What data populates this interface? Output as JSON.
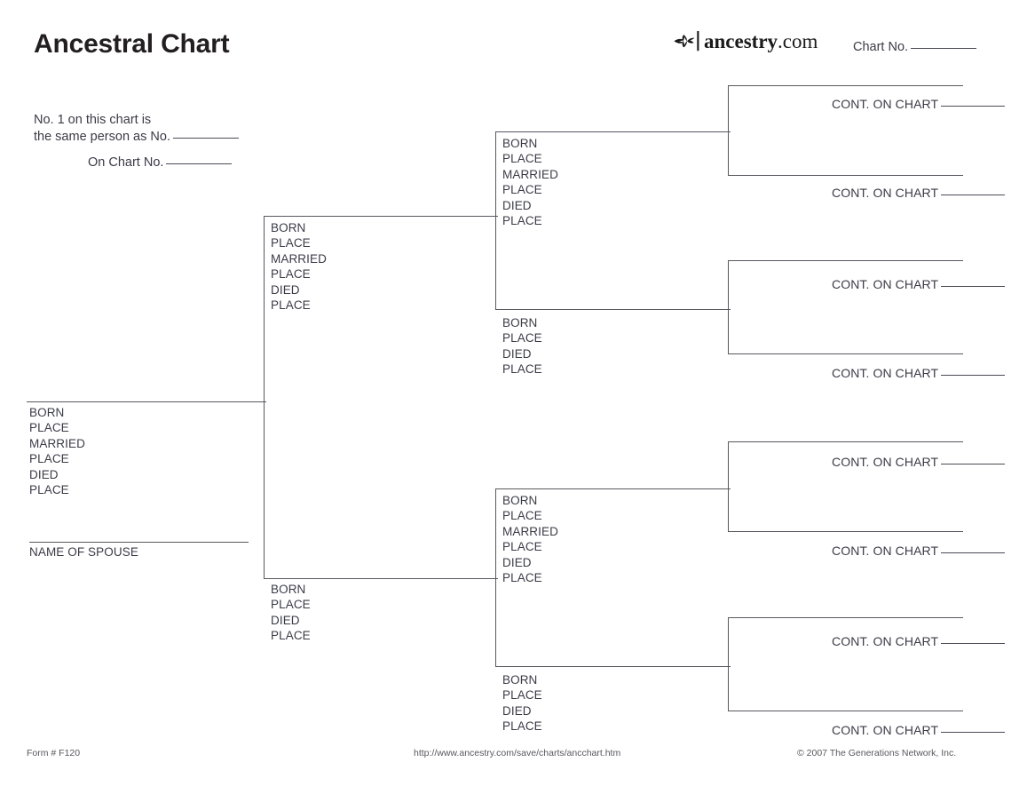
{
  "page": {
    "title": "Ancestral Chart"
  },
  "brand": {
    "mark_icon": "ancestry-leaf-icon",
    "name": "ancestry",
    "tld": ".com"
  },
  "header": {
    "chart_no_label": "Chart No."
  },
  "notes": {
    "same_person_line1": "No. 1 on this chart is",
    "same_person_line2": "the same person as No.",
    "on_chart_label": "On Chart No."
  },
  "labels": {
    "full_fields": "BORN\nPLACE\nMARRIED\nPLACE\nDIED\nPLACE",
    "short_fields": "BORN\nPLACE\nDIED\nPLACE",
    "spouse": "NAME OF SPOUSE",
    "cont_on_chart": "CONT. ON CHART"
  },
  "person1": {
    "fields": "BORN\nPLACE\nMARRIED\nPLACE\nDIED\nPLACE",
    "spouse_caption": "NAME OF SPOUSE"
  },
  "generation2": [
    {
      "position": "father",
      "fields": "BORN\nPLACE\nMARRIED\nPLACE\nDIED\nPLACE"
    },
    {
      "position": "mother",
      "fields": "BORN\nPLACE\nDIED\nPLACE"
    }
  ],
  "generation3": [
    {
      "position": "paternal-grandfather",
      "fields": "BORN\nPLACE\nMARRIED\nPLACE\nDIED\nPLACE"
    },
    {
      "position": "paternal-grandmother",
      "fields": "BORN\nPLACE\nDIED\nPLACE"
    },
    {
      "position": "maternal-grandfather",
      "fields": "BORN\nPLACE\nMARRIED\nPLACE\nDIED\nPLACE"
    },
    {
      "position": "maternal-grandmother",
      "fields": "BORN\nPLACE\nDIED\nPLACE"
    }
  ],
  "generation4": [
    {
      "position": "great-grandparent-1",
      "cont_label": "CONT. ON CHART"
    },
    {
      "position": "great-grandparent-2",
      "cont_label": "CONT. ON CHART"
    },
    {
      "position": "great-grandparent-3",
      "cont_label": "CONT. ON CHART"
    },
    {
      "position": "great-grandparent-4",
      "cont_label": "CONT. ON CHART"
    },
    {
      "position": "great-grandparent-5",
      "cont_label": "CONT. ON CHART"
    },
    {
      "position": "great-grandparent-6",
      "cont_label": "CONT. ON CHART"
    },
    {
      "position": "great-grandparent-7",
      "cont_label": "CONT. ON CHART"
    },
    {
      "position": "great-grandparent-8",
      "cont_label": "CONT. ON CHART"
    }
  ],
  "footer": {
    "form_number": "Form # F120",
    "url": "http://www.ancestry.com/save/charts/ancchart.htm",
    "copyright": "© 2007 The Generations Network, Inc."
  },
  "colors": {
    "ink": "#3b3b47",
    "rule": "#58585f",
    "title": "#231f20"
  }
}
